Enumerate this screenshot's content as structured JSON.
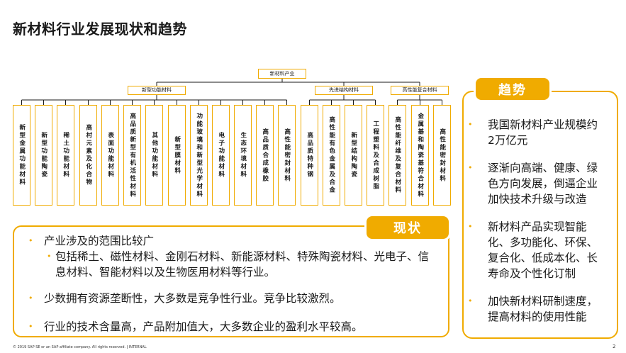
{
  "title": "新材料行业发展现状和趋势",
  "colors": {
    "accent": "#F0AB00",
    "text": "#1a1a1a",
    "pill_text": "#ffffff"
  },
  "diagram": {
    "root": "新材料产业",
    "categories": [
      "新型功能材料",
      "先进结构材料",
      "高性能复合材料"
    ],
    "leaves": [
      "新型金属功能材料",
      "新型功能陶瓷",
      "稀土功能材料",
      "高村元素及化合物",
      "表面功能材料",
      "高品质新型有机活性材料",
      "其他功能材料",
      "新型膜材料",
      "功能玻璃和新型光学材料",
      "电子功能材料",
      "生态环境材料",
      "高品质合成橡胶",
      "高性能密封材料",
      "高品质特种钢",
      "高性能有色金属及合金",
      "新型结构陶瓷",
      "工程塑料及合成树脂",
      "高性能纤维及复合材料",
      "金属基和陶瓷基符合材料",
      "高性能密封材料"
    ]
  },
  "status_panel": {
    "label": "现状",
    "bullets": [
      "产业涉及的范围比较广",
      "包括稀土、磁性材料、金刚石材料、新能源材料、特殊陶瓷材料、光电子、信息材料、智能材料以及生物医用材料等行业。",
      "少数拥有资源垄断性，大多数是竞争性行业。竞争比较激烈。",
      "行业的技术含量高，产品附加值大，大多数企业的盈利水平较高。"
    ]
  },
  "trend_panel": {
    "label": "趋势",
    "bullets": [
      "我国新材料产业规模约2万亿元",
      "逐渐向高端、健康、绿色方向发展，倒逼企业加快技术升级与改造",
      "新材料产品实现智能化、多功能化、环保、复合化、低成本化、长寿命及个性化订制",
      "加快新材料研制速度，提高材料的使用性能"
    ]
  },
  "footer": {
    "copyright": "© 2019 SAP SE or an SAP affiliate company. All rights reserved. ǀ INTERNAL",
    "page_number": "2"
  }
}
